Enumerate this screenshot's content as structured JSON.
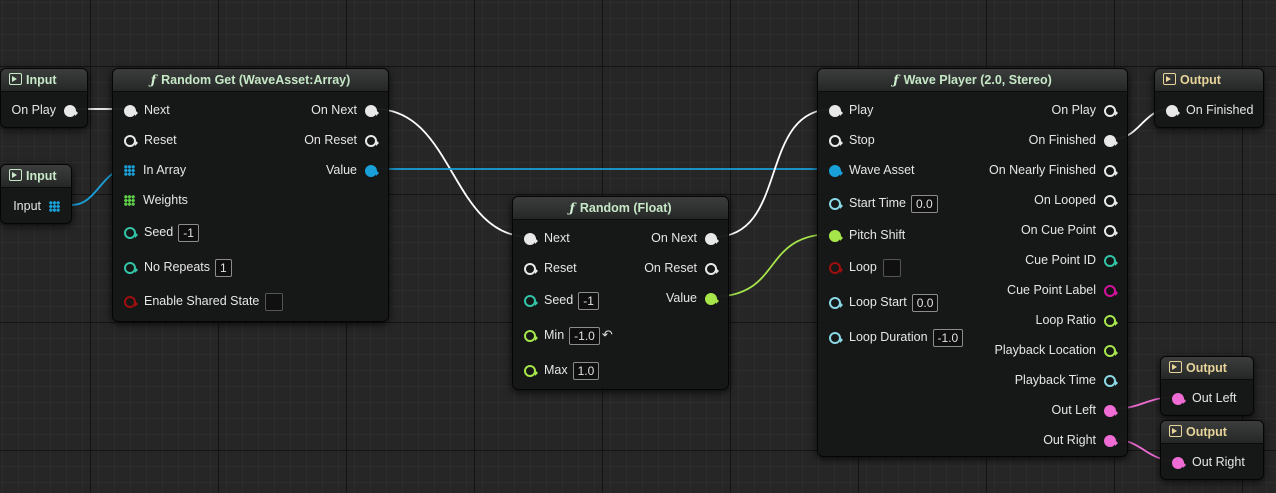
{
  "graph": {
    "input_play": {
      "title": "Input",
      "pin": "On Play"
    },
    "input_array": {
      "title": "Input",
      "pin": "Input"
    },
    "random_get": {
      "title": "Random Get (WaveAsset:Array)",
      "inputs": [
        "Next",
        "Reset",
        "In Array",
        "Weights",
        "Seed",
        "No Repeats",
        "Enable Shared State"
      ],
      "seed_value": "-1",
      "no_repeats_value": "1",
      "outputs": [
        "On Next",
        "On Reset",
        "Value"
      ]
    },
    "random_float": {
      "title": "Random (Float)",
      "inputs": [
        "Next",
        "Reset",
        "Seed",
        "Min",
        "Max"
      ],
      "seed_value": "-1",
      "min_value": "-1.0",
      "reset_glyph": "↶",
      "max_value": "1.0",
      "outputs": [
        "On Next",
        "On Reset",
        "Value"
      ]
    },
    "wave_player": {
      "title": "Wave Player (2.0, Stereo)",
      "inputs": [
        "Play",
        "Stop",
        "Wave Asset",
        "Start Time",
        "Pitch Shift",
        "Loop",
        "Loop Start",
        "Loop Duration"
      ],
      "start_time_value": "0.0",
      "loop_start_value": "0.0",
      "loop_duration_value": "-1.0",
      "outputs": [
        "On Play",
        "On Finished",
        "On Nearly Finished",
        "On Looped",
        "On Cue Point",
        "Cue Point ID",
        "Cue Point Label",
        "Loop Ratio",
        "Playback Location",
        "Playback Time",
        "Out Left",
        "Out Right"
      ]
    },
    "output_finished": {
      "title": "Output",
      "pin": "On Finished"
    },
    "output_left": {
      "title": "Output",
      "pin": "Out Left"
    },
    "output_right": {
      "title": "Output",
      "pin": "Out Right"
    }
  },
  "colors": {
    "exec": "#e8e8e8",
    "array": "#1aa0d8",
    "float": "#a6e64a",
    "int": "#32c4a6",
    "bool": "#9e0f0f",
    "time": "#8ad8e6",
    "string": "#d4129c",
    "audio": "#ee6cd4",
    "fn_header_text": "#c6e8c6",
    "output_header_text": "#e8d49a"
  },
  "icons": {
    "function": "ƒ",
    "input_node": "input-node-icon",
    "output_node": "output-node-icon"
  }
}
